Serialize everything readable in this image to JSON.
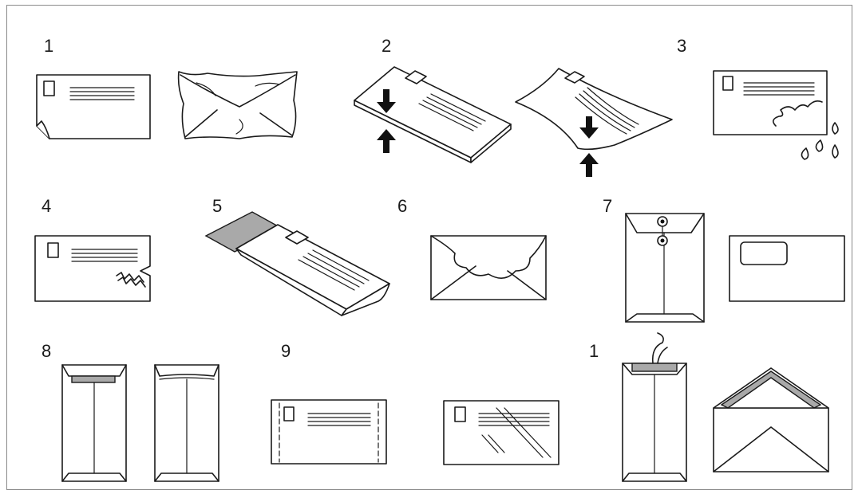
{
  "panels": [
    {
      "id": "wrinkled-or-curled-corner",
      "number": "1"
    },
    {
      "id": "thickness-warped",
      "number": "2"
    },
    {
      "id": "wet-damp",
      "number": "3"
    },
    {
      "id": "torn",
      "number": "4"
    },
    {
      "id": "adhesive-strip-exposed",
      "number": "5"
    },
    {
      "id": "irregular-flap-shape",
      "number": "6"
    },
    {
      "id": "clasp-or-window",
      "number": "7"
    },
    {
      "id": "center-seam",
      "number": "8"
    },
    {
      "id": "perforated-or-transparent",
      "number": "9"
    },
    {
      "id": "string-tie-or-tape-flap",
      "number": "1"
    }
  ],
  "colors": {
    "frame": "#8a8a8a",
    "line": "#1a1a1a",
    "shade": "#a9a9a9"
  }
}
